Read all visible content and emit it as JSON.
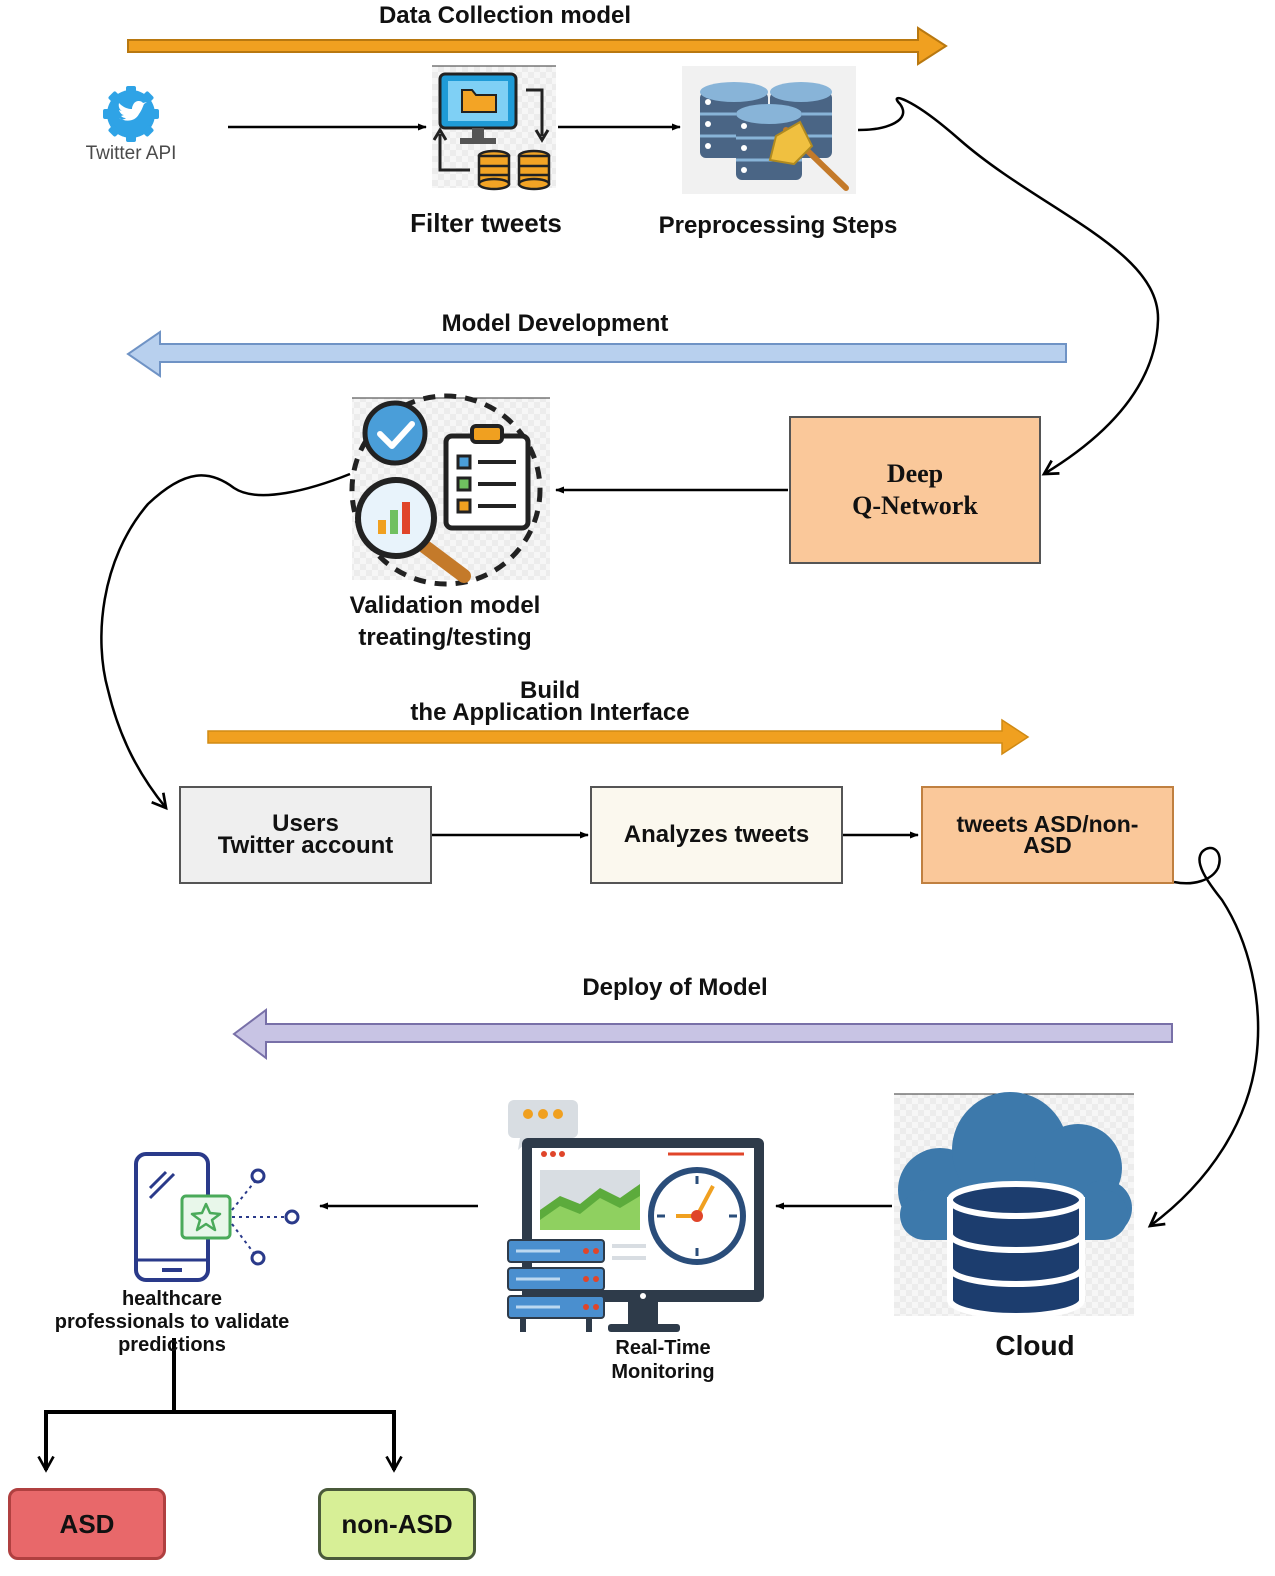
{
  "stages": {
    "data_collection": "Data Collection  model",
    "model_development": "Model Development",
    "build_interface": [
      "Build",
      "the Application Interface"
    ],
    "deploy": "Deploy of  Model"
  },
  "nodes": {
    "twitter_api": "Twitter API",
    "filter_tweets": "Filter tweets",
    "preprocessing": "Preprocessing Steps",
    "dqn": [
      "Deep",
      "Q-Network"
    ],
    "validation": [
      "Validation model",
      "treating/testing"
    ],
    "users": [
      "Users",
      "Twitter account"
    ],
    "analyzes": "Analyzes  tweets",
    "classify": [
      "tweets ASD/non-",
      "ASD"
    ],
    "cloud": "Cloud",
    "monitoring": [
      "Real-Time",
      "Monitoring"
    ],
    "healthcare": [
      "healthcare",
      "professionals to validate",
      "predictions"
    ],
    "asd": "ASD",
    "non_asd": "non-ASD"
  },
  "colors": {
    "orange_arrow": "#f0a020",
    "blue_arrow": "#b8d0ee",
    "purple_arrow": "#c8c4e4",
    "dqn_fill": "#fac89a",
    "users_fill": "#efefef",
    "analyzes_fill": "#fbf8ee",
    "classify_fill": "#fac89a",
    "asd_fill": "#e8686a",
    "non_asd_fill": "#d7ef96"
  },
  "icons": {
    "twitter_api": "twitter-gear-icon",
    "filter_tweets": "computer-folder-database-icon",
    "preprocessing": "database-broom-icon",
    "validation": "checklist-magnifier-icon",
    "cloud": "cloud-database-icon",
    "monitoring": "monitor-dashboard-server-icon",
    "healthcare": "smartphone-star-icon"
  }
}
